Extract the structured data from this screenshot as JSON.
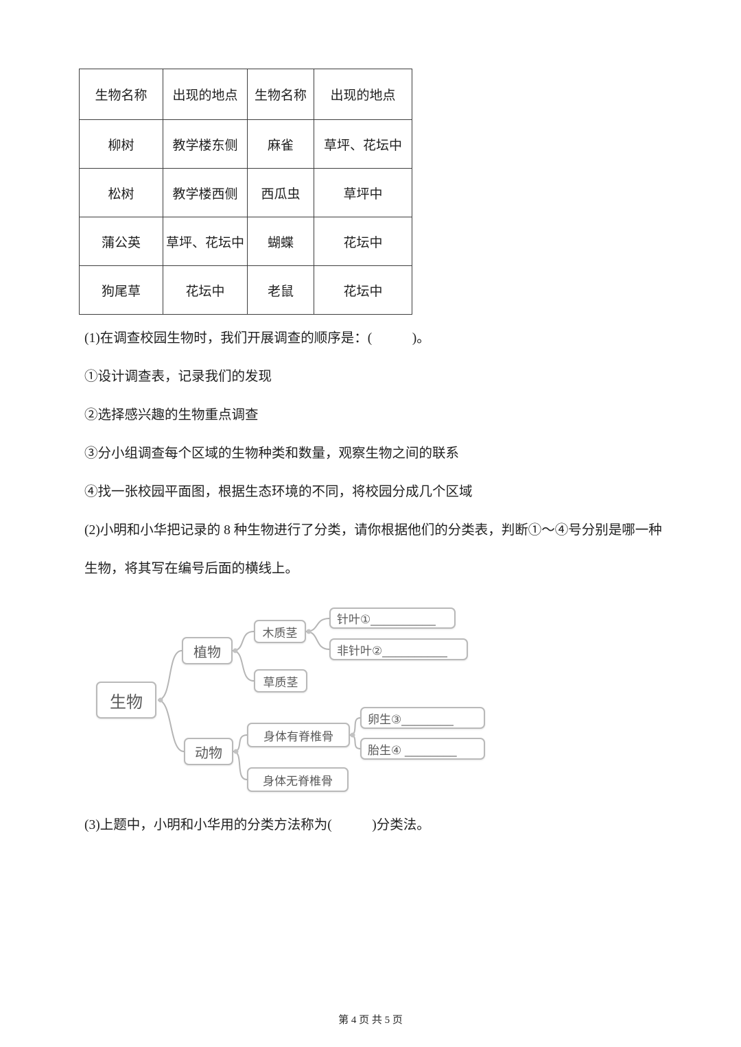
{
  "table": {
    "headers": [
      "生物名称",
      "出现的地点",
      "生物名称",
      "出现的地点"
    ],
    "rows": [
      [
        "柳树",
        "教学楼东侧",
        "麻雀",
        "草坪、花坛中"
      ],
      [
        "松树",
        "教学楼西侧",
        "西瓜虫",
        "草坪中"
      ],
      [
        "蒲公英",
        "草坪、花坛中",
        "蝴蝶",
        "花坛中"
      ],
      [
        "狗尾草",
        "花坛中",
        "老鼠",
        "花坛中"
      ]
    ]
  },
  "questions": {
    "q1": "(1)在调查校园生物时，我们开展调查的顺序是：(            )。",
    "option1": "①设计调查表，记录我们的发现",
    "option2": "②选择感兴趣的生物重点调查",
    "option3": "③分小组调查每个区域的生物种类和数量，观察生物之间的联系",
    "option4": "④找一张校园平面图，根据生态环境的不同，将校园分成几个区域",
    "q2": "(2)小明和小华把记录的 8 种生物进行了分类，请你根据他们的分类表，判断①～④号分别是哪一种生物，将其写在编号后面的横线上。",
    "q3": "(3)上题中，小明和小华用的分类方法称为(            )分类法。"
  },
  "mindmap": {
    "root": "生物",
    "plant": "植物",
    "animal": "动物",
    "woody_stem": "木质茎",
    "herbaceous_stem": "草质茎",
    "vertebrate": "身体有脊椎骨",
    "invertebrate": "身体无脊椎骨",
    "needle_leaf": "针叶①__________",
    "non_needle_leaf": "非针叶②__________",
    "oviparous": "卵生③________",
    "viviparous": "胎生④ ________"
  },
  "page": {
    "footer": "第 4 页 共 5 页"
  },
  "colors": {
    "table_border": "#3d3d3d",
    "node_border": "#b9b9b9",
    "node_text": "#5a5a5a",
    "edge": "#b5b5b5"
  }
}
